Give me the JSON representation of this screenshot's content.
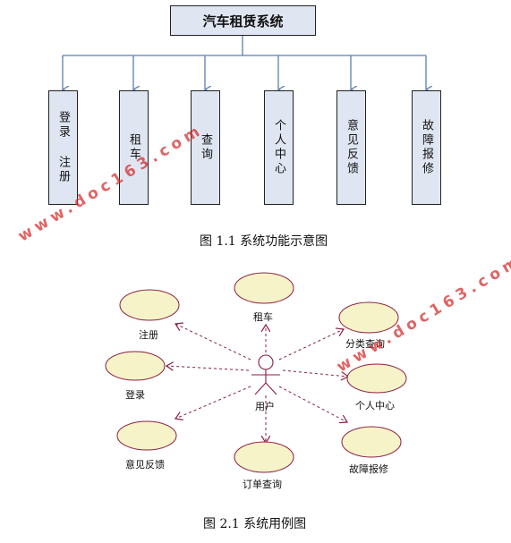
{
  "figure1": {
    "root": "汽车租赁系统",
    "modules": [
      "登录  注册",
      "租车",
      "查询",
      "个人中心",
      "意见反馈",
      "故障报修"
    ],
    "caption": "图 1.1  系统功能示意图"
  },
  "figure2": {
    "actor": "用户",
    "use_cases": {
      "register": "注册",
      "rent": "租车",
      "category_query": "分类查询",
      "login": "登录",
      "personal_center": "个人中心",
      "feedback": "意见反馈",
      "order_query": "订单查询",
      "fault_report": "故障报修"
    },
    "caption": "图 2.1  系统用例图"
  },
  "watermark": "www.doc163.com",
  "colors": {
    "box_fill": "#dfe6f2",
    "connector": "#5b7fb0",
    "ellipse_fill": "#f6f3c8",
    "arrow": "#8a1f3f",
    "watermark": "#d22828"
  }
}
